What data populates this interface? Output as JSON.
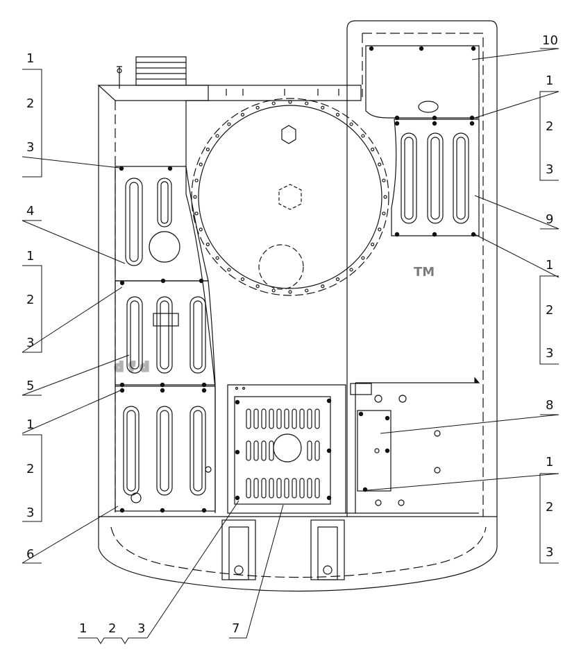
{
  "callouts": {
    "left_top": [
      "1",
      "2",
      "3"
    ],
    "left_4": "4",
    "left_mid": [
      "1",
      "2",
      "3"
    ],
    "left_5": "5",
    "left_low": [
      "1",
      "2",
      "3"
    ],
    "left_6": "6",
    "bottom_group": [
      "1",
      "2",
      "3"
    ],
    "bottom_7": "7",
    "right_10": "10",
    "right_top": [
      "1",
      "2",
      "3"
    ],
    "right_9": "9",
    "right_mid": [
      "1",
      "2",
      "3"
    ],
    "right_8": "8",
    "right_low": [
      "1",
      "2",
      "3"
    ]
  },
  "watermark": {
    "letters": "dfd",
    "tm": "TM"
  }
}
